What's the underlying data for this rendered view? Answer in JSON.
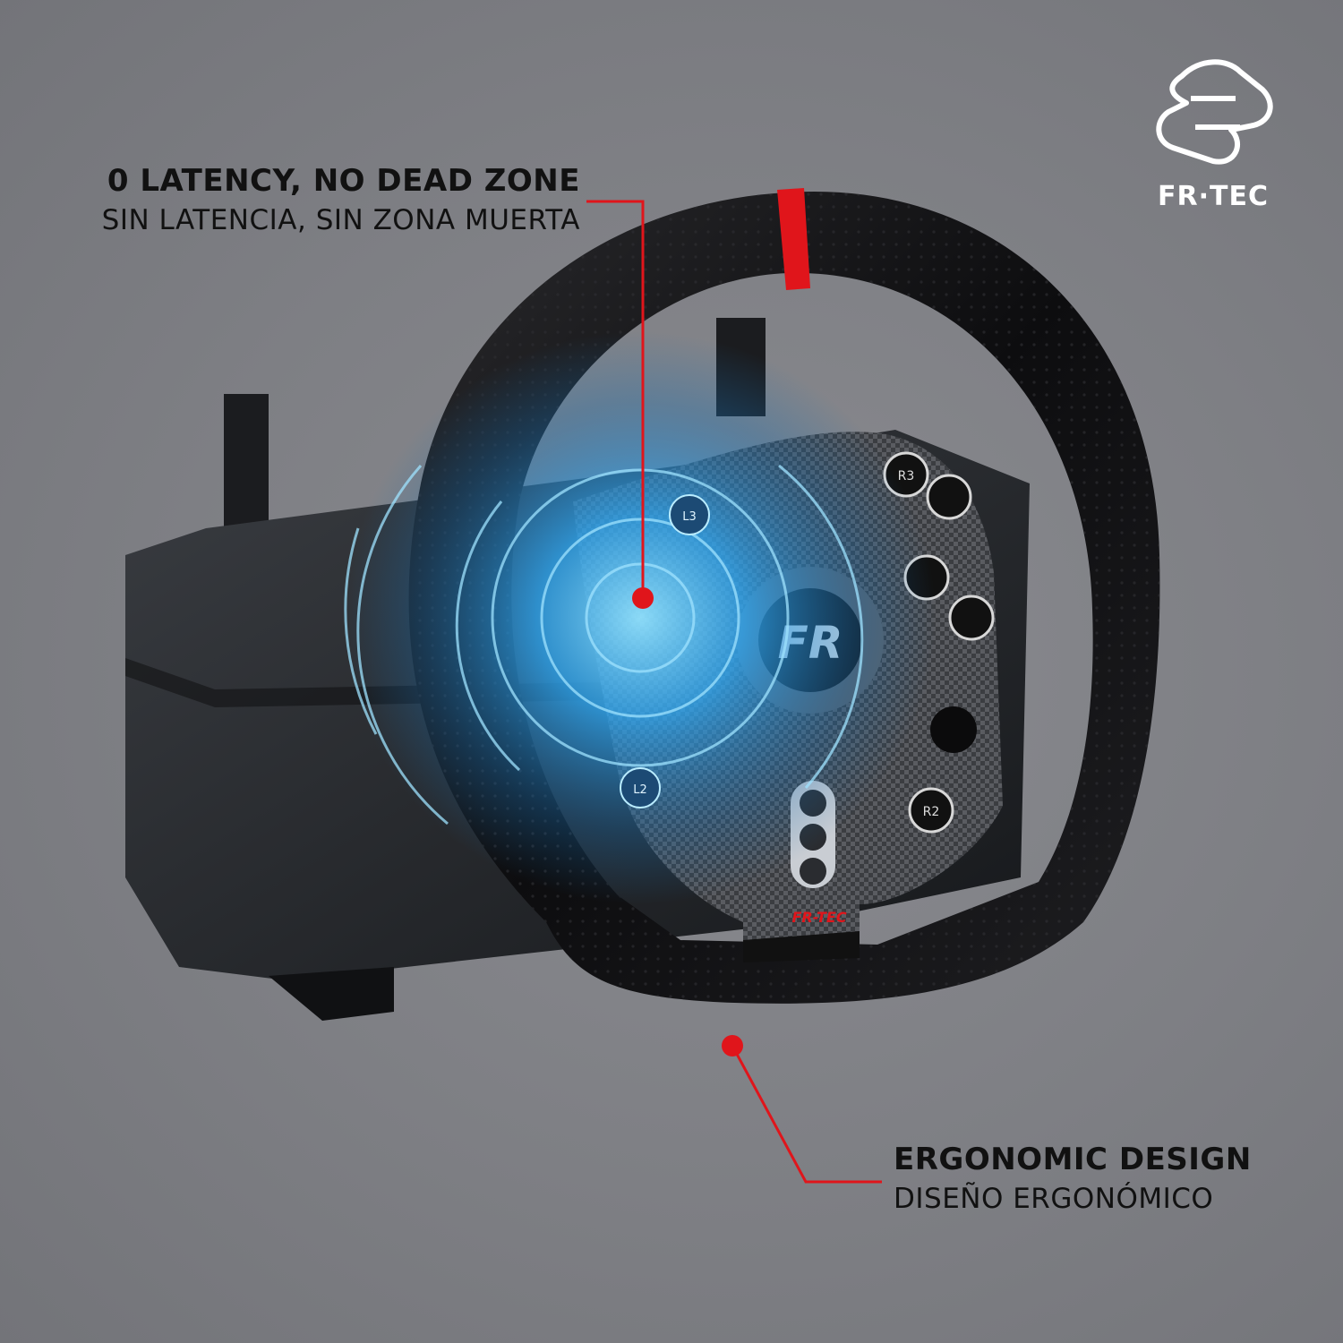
{
  "brand": {
    "name": "FR·TEC",
    "icon": "fr-tec-logo-icon"
  },
  "callouts": [
    {
      "title": "0 LATENCY, NO DEAD ZONE",
      "subtitle": "SIN LATENCIA, SIN ZONA MUERTA"
    },
    {
      "title": "ERGONOMIC DESIGN",
      "subtitle": "DISEÑO ERGONÓMICO"
    }
  ],
  "product": {
    "buttons": [
      "R3",
      "R2",
      "L3",
      "L2"
    ],
    "hub_logo": "FR",
    "plate_text": "FR-TEC"
  },
  "colors": {
    "accent": "#e0151b",
    "glow": "#3fb6ff",
    "background": "#808186",
    "text": "#111111"
  }
}
